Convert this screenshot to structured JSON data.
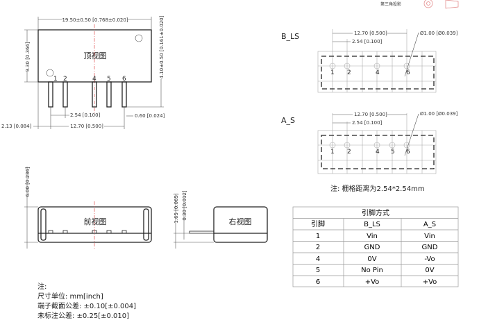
{
  "projection": {
    "label": "第三角投影"
  },
  "top_view": {
    "title": "顶视图",
    "pins": [
      "1",
      "2",
      "4",
      "5",
      "6"
    ],
    "dims": {
      "length": "19.50±0.50 [0.768±0.020]",
      "height": "9.30 [0.366]",
      "pin_length": "4.10±0.50 [0.161±0.020]",
      "pitch": "2.54 [0.100]",
      "pin_width": "0.60 [0.024]",
      "offset": "2.13 [0.084]",
      "span": "12.70 [0.500]"
    }
  },
  "front_view": {
    "title": "前视图",
    "dims": {
      "thickness": "6.00 [0.236]"
    }
  },
  "right_view": {
    "title": "右视图",
    "dims": {
      "standoff": "1.65 [0.065]",
      "pin_thk": "0.30 [0.012]"
    }
  },
  "footprints": [
    {
      "name": "B_LS",
      "span": "12.70 [0.500]",
      "pitch": "2.54 [0.100]",
      "hole": "Ø1.00 [Ø0.039]",
      "pins": [
        "1",
        "2",
        "4",
        "6"
      ]
    },
    {
      "name": "A_S",
      "span": "12.70 [0.500]",
      "pitch": "2.54 [0.100]",
      "hole": "Ø1.00 [Ø0.039]",
      "pins": [
        "1",
        "2",
        "4",
        "5",
        "6"
      ]
    }
  ],
  "grid_note": "注: 栅格距离为2.54*2.54mm",
  "pin_table": {
    "title": "引脚方式",
    "headers": [
      "引脚",
      "B_LS",
      "A_S"
    ],
    "rows": [
      [
        "1",
        "Vin",
        "Vin"
      ],
      [
        "2",
        "GND",
        "GND"
      ],
      [
        "4",
        "0V",
        "-Vo"
      ],
      [
        "5",
        "No Pin",
        "0V"
      ],
      [
        "6",
        "+Vo",
        "+Vo"
      ]
    ]
  },
  "notes": {
    "title": "注:",
    "lines": [
      "尺寸单位: mm[inch]",
      "端子截面公差: ±0.10[±0.004]",
      "未标注公差: ±0.25[±0.010]"
    ]
  }
}
